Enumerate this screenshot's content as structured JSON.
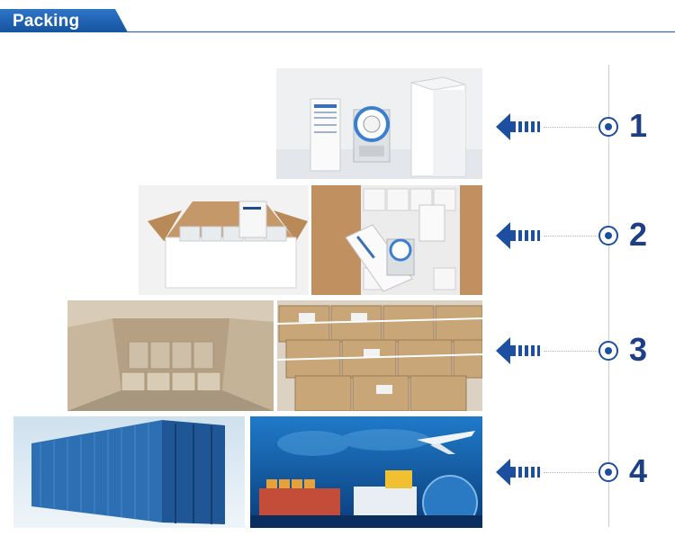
{
  "header": {
    "title": "Packing"
  },
  "colors": {
    "accent": "#1a5aa8",
    "step_number": "#1d3f86"
  },
  "steps": [
    {
      "number": "1"
    },
    {
      "number": "2"
    },
    {
      "number": "3"
    },
    {
      "number": "4"
    }
  ],
  "photos": [
    {
      "subject": "timer-with-manual-and-white-box"
    },
    {
      "subject": "open-carton-with-white-boxes"
    },
    {
      "subject": "timer-in-carton-with-manual"
    },
    {
      "subject": "carton-packed-with-boxes"
    },
    {
      "subject": "stacked-taped-cartons"
    },
    {
      "subject": "blue-shipping-container"
    },
    {
      "subject": "logistics-ship-plane-globe"
    }
  ]
}
